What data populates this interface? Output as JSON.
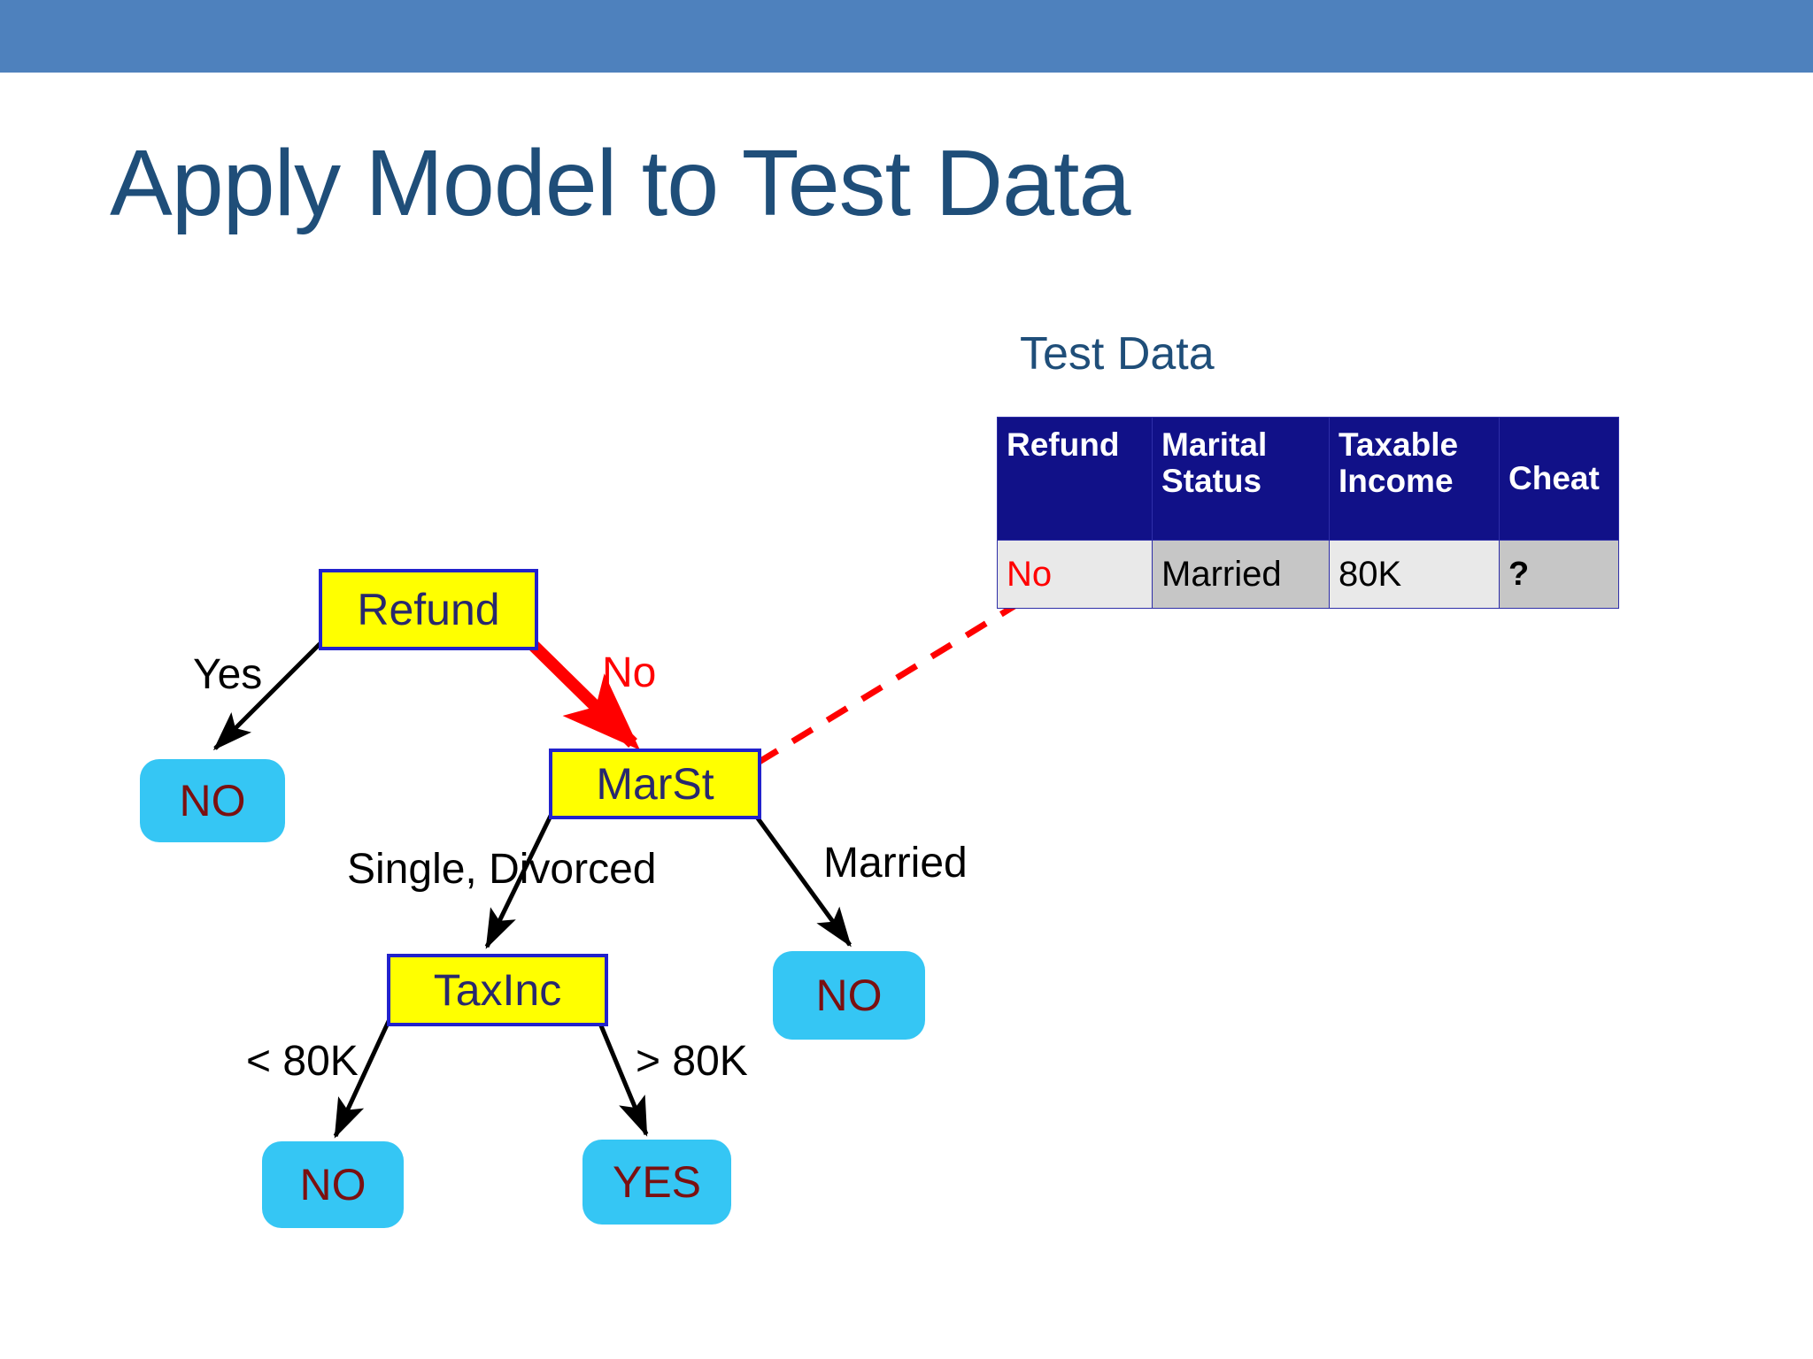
{
  "slide": {
    "title": "Apply Model to Test Data",
    "banner_color": "#4E81BD",
    "title_color": "#1F4E79",
    "background": "#ffffff"
  },
  "test_data": {
    "caption": "Test Data",
    "header_bg": "#111188",
    "headers": [
      "Refund",
      "Marital Status",
      "Taxable Income",
      "Cheat"
    ],
    "header_lines": {
      "refund": "Refund",
      "marital_1": "Marital",
      "marital_2": "Status",
      "income_1": "Taxable",
      "income_2": "Income",
      "cheat": "Cheat"
    },
    "rows": [
      {
        "refund": "No",
        "marital_status": "Married",
        "taxable_income": "80K",
        "cheat": "?"
      }
    ]
  },
  "tree": {
    "nodes": {
      "refund": "Refund",
      "marst": "MarSt",
      "taxinc": "TaxInc",
      "leaf_no_yes": "NO",
      "leaf_no_married": "NO",
      "leaf_no_low": "NO",
      "leaf_yes_high": "YES"
    },
    "edge_labels": {
      "yes": "Yes",
      "no": "No",
      "single_divorced": "Single, Divorced",
      "married": "Married",
      "lt_80k": "< 80K",
      "gt_80k": "> 80K"
    },
    "colors": {
      "internal_fill": "#FFFF00",
      "internal_border": "#2222CC",
      "internal_text": "#28286E",
      "leaf_fill": "#35C6F4",
      "leaf_text": "#7B1010",
      "active_path": "#FF0000",
      "edge": "#000000"
    }
  }
}
